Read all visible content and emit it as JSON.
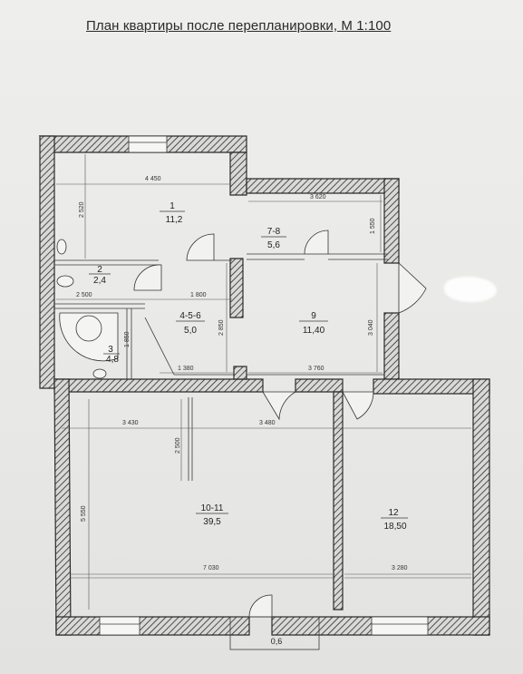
{
  "title": "План квартиры после перепланировки, М 1:100",
  "rooms": [
    {
      "number": "1",
      "area": "11,2"
    },
    {
      "number": "2",
      "area": "2,4"
    },
    {
      "number": "3",
      "area": "4,8"
    },
    {
      "number": "4-5-6",
      "area": "5,0"
    },
    {
      "number": "7-8",
      "area": "5,6"
    },
    {
      "number": "9",
      "area": "11,40"
    },
    {
      "number": "10-11",
      "area": "39,5"
    },
    {
      "number": "12",
      "area": "18,50"
    }
  ],
  "dimensions": {
    "d4450": "4 450",
    "d2520": "2 520",
    "d3620": "3 620",
    "d1550": "1 550",
    "d2500": "2 500",
    "d1800": "1 800",
    "d2850": "2 850",
    "d3040": "3 040",
    "d1850": "1 850",
    "d1380": "1 380",
    "d3760": "3 760",
    "d3430": "3 430",
    "d3480": "3 480",
    "d2500b": "2 500",
    "d5550": "5 550",
    "d7030": "7 030",
    "d3280": "3 280",
    "balcony": "0,6"
  },
  "colors": {
    "wall": "#2b2b2b",
    "paper": "#eeeeec"
  }
}
